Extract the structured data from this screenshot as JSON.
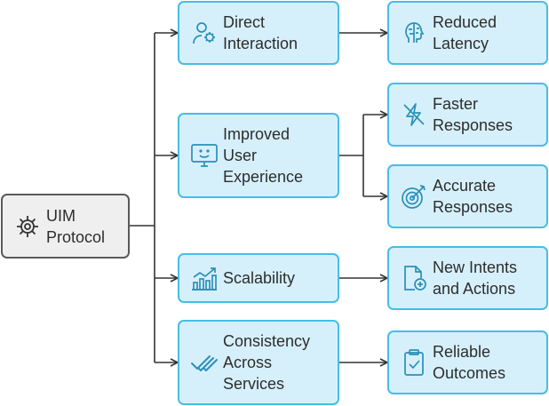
{
  "root": {
    "label": "UIM\nProtocol",
    "icon": "gear-icon"
  },
  "benefits": [
    {
      "label": "Direct\nInteraction",
      "icon": "person-gears-icon",
      "outcomes": [
        {
          "label": "Reduced\nLatency",
          "icon": "head-brain-icon"
        }
      ]
    },
    {
      "label": "Improved\nUser\nExperience",
      "icon": "monitor-smile-icon",
      "outcomes": [
        {
          "label": "Faster\nResponses",
          "icon": "lightning-off-icon"
        },
        {
          "label": "Accurate\nResponses",
          "icon": "target-arrow-icon"
        }
      ]
    },
    {
      "label": "Scalability",
      "icon": "bar-chart-up-icon",
      "outcomes": [
        {
          "label": "New Intents\nand Actions",
          "icon": "file-plus-icon"
        }
      ]
    },
    {
      "label": "Consistency\nAcross\nServices",
      "icon": "double-check-icon",
      "outcomes": [
        {
          "label": "Reliable\nOutcomes",
          "icon": "clipboard-check-icon"
        }
      ]
    }
  ],
  "colors": {
    "node_fill": "#d6f0fb",
    "node_border": "#46bde7",
    "root_fill": "#efefef",
    "root_border": "#5a5a5a",
    "line": "#333333"
  }
}
